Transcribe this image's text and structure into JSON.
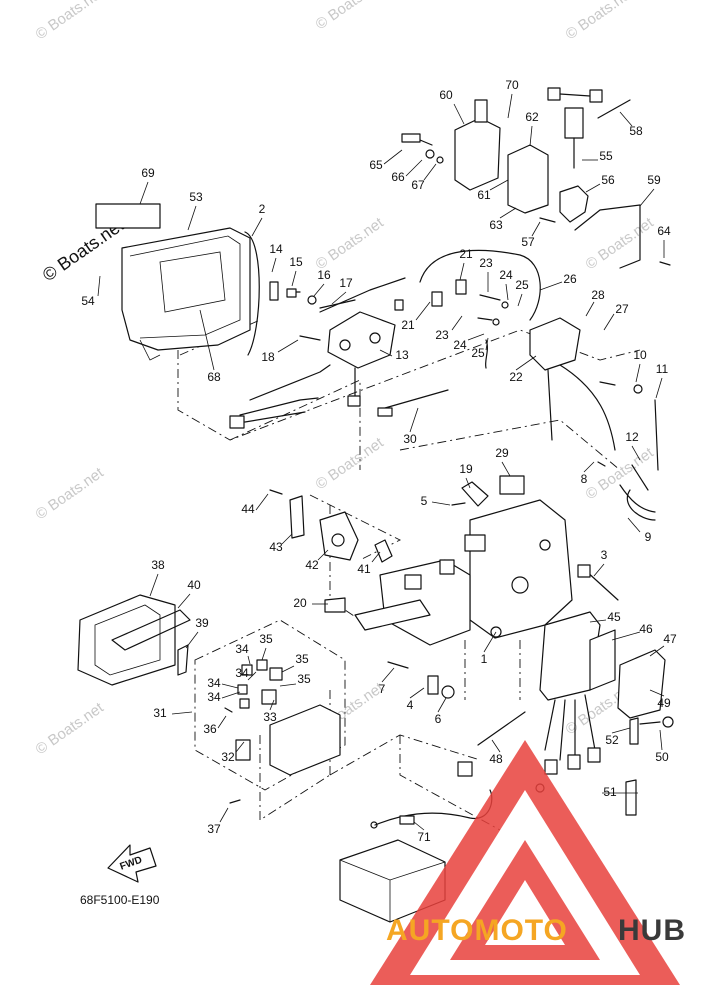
{
  "diagram": {
    "diagram_code": "68F5100-E190",
    "fwd_arrow_label": "FWD",
    "watermark_text": "© Boats.net",
    "brand_logo": {
      "part1": "AUTOMOTO",
      "part2": "HUB",
      "color1": "#f5a623",
      "color2": "#3a3a3a",
      "triangle_color": "#e8413c"
    },
    "part_labels": [
      "1",
      "2",
      "3",
      "4",
      "5",
      "6",
      "7",
      "8",
      "9",
      "10",
      "11",
      "12",
      "13",
      "14",
      "15",
      "16",
      "17",
      "18",
      "19",
      "20",
      "21",
      "21",
      "22",
      "23",
      "23",
      "24",
      "24",
      "25",
      "25",
      "26",
      "27",
      "28",
      "29",
      "30",
      "31",
      "32",
      "33",
      "34",
      "34",
      "34",
      "34",
      "35",
      "35",
      "35",
      "36",
      "37",
      "38",
      "39",
      "40",
      "41",
      "42",
      "43",
      "44",
      "45",
      "46",
      "47",
      "48",
      "49",
      "50",
      "51",
      "52",
      "53",
      "54",
      "55",
      "56",
      "57",
      "58",
      "59",
      "60",
      "61",
      "62",
      "63",
      "64",
      "65",
      "66",
      "67",
      "68",
      "69",
      "70",
      "71"
    ]
  }
}
